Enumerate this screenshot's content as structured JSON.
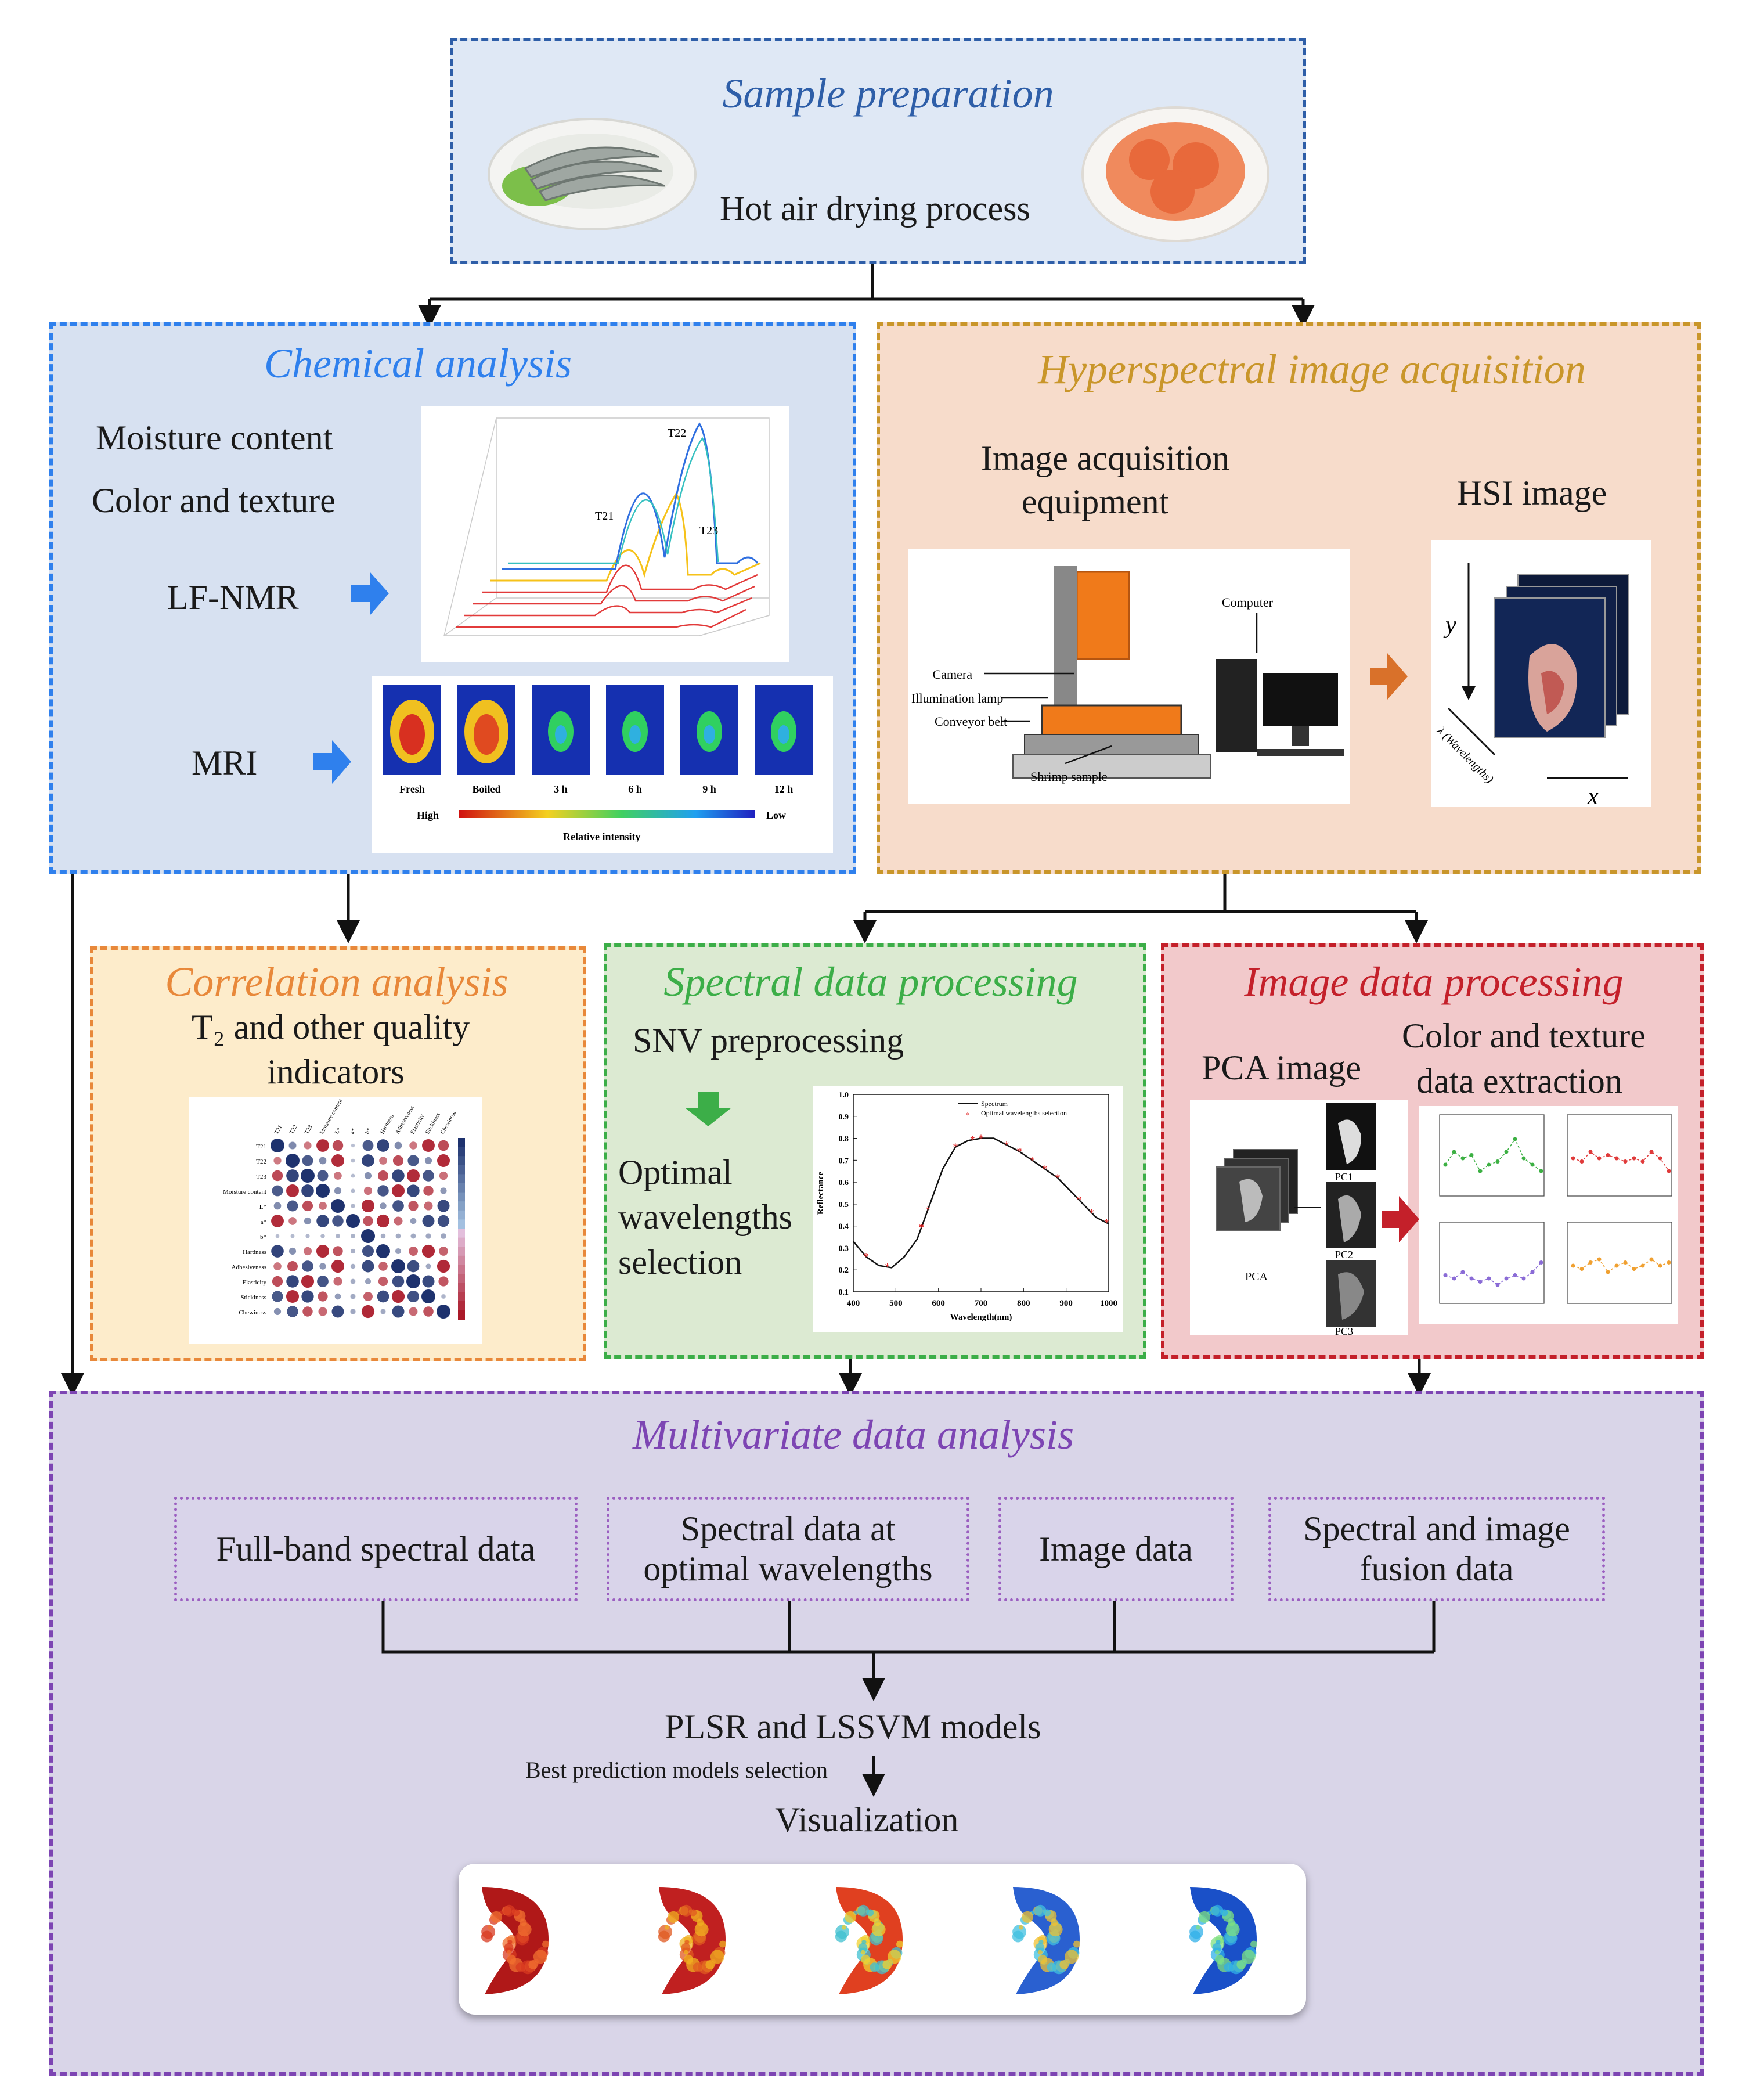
{
  "colors": {
    "sample_border": "#2e5ea8",
    "sample_bg": "#dfe8f5",
    "chem_border": "#2f80ed",
    "chem_bg": "#d7e1f1",
    "hsi_border": "#c9962a",
    "hsi_bg": "#f7dccb",
    "corr_border": "#e8883a",
    "corr_bg": "#fdeccb",
    "spec_border": "#3cae48",
    "spec_bg": "#dcead2",
    "img_border": "#c4202a",
    "img_bg": "#f2c9cb",
    "multi_border": "#7d45b3",
    "multi_bg": "#d9d5e8"
  },
  "sample": {
    "title": "Sample preparation",
    "process": "Hot air drying process"
  },
  "chemical": {
    "title": "Chemical analysis",
    "moisture": "Moisture content",
    "color_texture": "Color and texture",
    "lfnmr": "LF-NMR",
    "mri": "MRI",
    "nmr_peaks": [
      "T21",
      "T22",
      "T23"
    ],
    "mri_labels": [
      "Fresh",
      "Boiled",
      "3 h",
      "6 h",
      "9 h",
      "12 h"
    ],
    "mri_high": "High",
    "mri_low": "Low",
    "mri_scale": "Relative intensity"
  },
  "hsi": {
    "title": "Hyperspectral image acquisition",
    "equip_line1": "Image acquisition",
    "equip_line2": "equipment",
    "hsi_image": "HSI image",
    "labels": {
      "computer": "Computer",
      "camera": "Camera",
      "lamp": "Illumination lamp",
      "belt": "Conveyor belt",
      "sample": "Shrimp sample"
    },
    "axis_y": "y",
    "axis_x": "x",
    "axis_lambda": "λ (Wavelengths)"
  },
  "correlation": {
    "title": "Correlation analysis",
    "line1": "T₂ and other quality",
    "line2": "indicators",
    "row_labels": [
      "T21",
      "T22",
      "T23",
      "Moisture content",
      "L*",
      "a*",
      "b*",
      "Hardness",
      "Adhesiveness",
      "Elasticity",
      "Stickiness",
      "Chewiness"
    ]
  },
  "spectral": {
    "title": "Spectral data processing",
    "snv": "SNV preprocessing",
    "opt1": "Optimal",
    "opt2": "wavelengths",
    "opt3": "selection",
    "legend1": "Spectrum",
    "legend2": "Optimal wavelengths selection",
    "xlabel": "Wavelength(nm)",
    "ylabel": "Reflectance",
    "xticks": [
      "400",
      "500",
      "600",
      "700",
      "800",
      "900",
      "1000"
    ],
    "yticks": [
      "0.1",
      "0.2",
      "0.3",
      "0.4",
      "0.5",
      "0.6",
      "0.7",
      "0.8",
      "0.9",
      "1.0"
    ]
  },
  "imageproc": {
    "title": "Image data processing",
    "pca_image": "PCA image",
    "ct1": "Color and texture",
    "ct2": "data extraction",
    "pca": "PCA",
    "pcs": [
      "PC1",
      "PC2",
      "PC3"
    ]
  },
  "multi": {
    "title": "Multivariate data analysis",
    "full_band": "Full-band spectral data",
    "opt_line1": "Spectral data at",
    "opt_line2": "optimal wavelengths",
    "image_data": "Image data",
    "fusion_line1": "Spectral and image",
    "fusion_line2": "fusion data",
    "models": "PLSR and LSSVM models",
    "best": "Best prediction models selection",
    "visualization": "Visualization"
  }
}
